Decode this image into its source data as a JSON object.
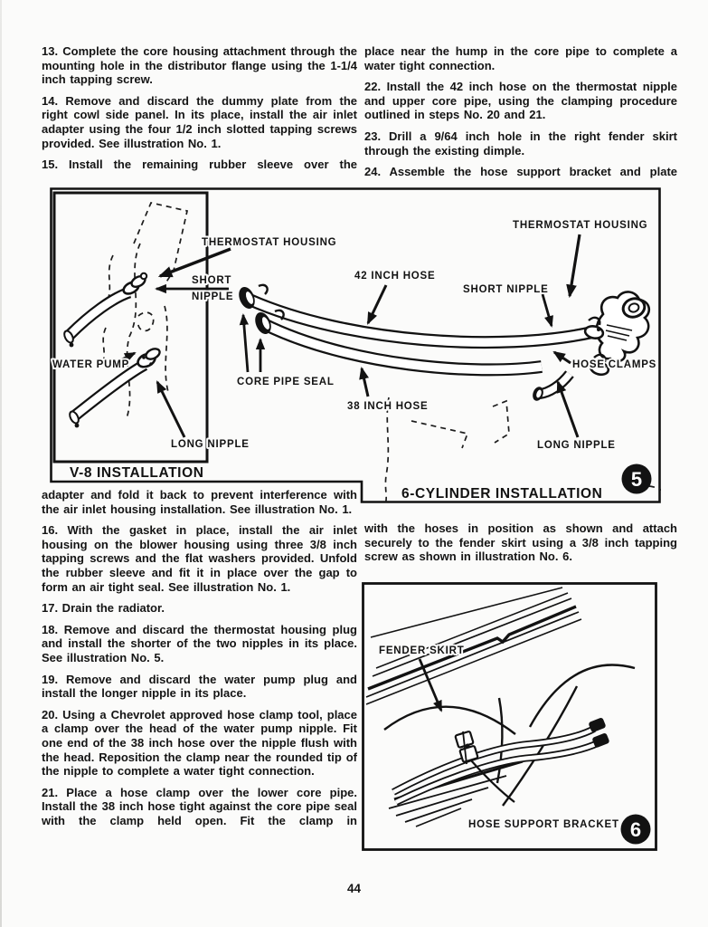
{
  "page": {
    "number": "44"
  },
  "left_column": {
    "top": [
      "13.  Complete the core housing attachment through the mounting hole in the distributor flange using the 1-1/4 inch tapping screw.",
      "14.  Remove and discard the dummy plate from the right cowl side panel. In its place, install the air inlet adapter using the four 1/2 inch slotted tapping screws provided. See illustration No. 1.",
      "15.  Install the remaining rubber sleeve over the"
    ],
    "bottom": [
      "adapter and fold it back to prevent interference with the air inlet housing installation. See illustration No. 1.",
      "16.  With the gasket in place, install the air inlet housing on the blower housing using three 3/8 inch tapping screws and the flat washers provided. Unfold the rubber sleeve and fit it in place over the gap to form an air tight seal. See illustration No. 1.",
      "17.  Drain the radiator.",
      "18.  Remove and discard the thermostat housing plug and install the shorter of the two nipples in its place. See illustration No. 5.",
      "19.  Remove and discard the water pump plug and install the longer nipple in its place.",
      "20.  Using a Chevrolet approved hose clamp tool, place a clamp over the head of the water pump nipple. Fit one end of the 38 inch hose over the nipple flush with the head. Reposition the clamp near the rounded tip of the nipple to complete a water tight connection.",
      "21.  Place a hose clamp over the lower core pipe. Install the 38 inch hose tight against the core pipe seal with the clamp held open. Fit the clamp in"
    ]
  },
  "right_column": {
    "top": [
      "place near the hump in the core pipe to complete a water tight connection.",
      "22.  Install the 42 inch hose on the thermostat nipple and upper core pipe, using the clamping procedure outlined in steps No. 20 and 21.",
      "23.  Drill a 9/64 inch hole in the right fender skirt through the existing dimple.",
      "24.  Assemble the hose support bracket and plate"
    ],
    "bottom": [
      "with the hoses in position as shown and attach securely to the fender skirt using a 3/8 inch tapping screw as shown in illustration No. 6."
    ]
  },
  "figure5": {
    "number": "5",
    "caption_v8": "V-8 INSTALLATION",
    "caption_6cyl": "6-CYLINDER INSTALLATION",
    "labels": {
      "v8_thermostat_housing": "THERMOSTAT HOUSING",
      "v8_short": "SHORT",
      "v8_nipple": "NIPPLE",
      "v8_water_pump": "WATER PUMP",
      "v8_long_nipple": "LONG NIPPLE",
      "core_pipe_seal": "CORE PIPE SEAL",
      "hose_42": "42 INCH HOSE",
      "hose_38": "38 INCH HOSE",
      "cyl_thermostat_housing": "THERMOSTAT HOUSING",
      "cyl_short_nipple": "SHORT NIPPLE",
      "hose_clamps": "HOSE  CLAMPS",
      "cyl_long_nipple": "LONG NIPPLE"
    }
  },
  "figure6": {
    "number": "6",
    "labels": {
      "fender_skirt": "FENDER SKIRT",
      "hose_support_bracket": "HOSE SUPPORT BRACKET"
    }
  }
}
